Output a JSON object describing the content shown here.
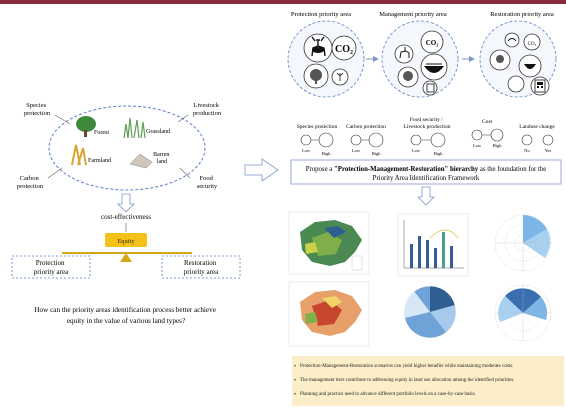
{
  "left": {
    "nodes": {
      "species": "Species\nprotection",
      "livestock": "Livestock\nproduction",
      "carbon": "Carbon\nprotection",
      "food": "Food\nsecurity"
    },
    "land": {
      "forest": "Forest",
      "grassland": "Grassland",
      "farmland": "Farmland",
      "barren": "Barren\nland"
    },
    "cost_label": "cost-effectiveness",
    "equity_label": "Equity",
    "protection_box": "Protection\npriority area",
    "restoration_box": "Restoration\npriority area",
    "question": "How can the priority areas identification process better achieve\nequity in the value of various land types?"
  },
  "right": {
    "headers": {
      "protection": "Protection priority area",
      "management": "Management priority area",
      "restoration": "Restoration priority area"
    },
    "legend": {
      "species": "Species protection",
      "carbon": "Carbon protection",
      "food": "Food security /\nLivestock production",
      "cost": "Cost",
      "landuse": "Landuse change",
      "low": "Low",
      "high": "High",
      "no": "No",
      "yes": "Yes"
    },
    "proposal": {
      "prefix": "Propose a ",
      "bold": "\"Protection-Management-Restoration\" hierarchy",
      "suffix": " as the foundation for the",
      "line2": "Priority Area Identification Framework"
    },
    "bullets": [
      "Protection-Management-Restoration scenarios can yield higher benefits while maintaining moderate costs.",
      "The management tiers contribute to addressing equity in land use allocation among the identified priorities.",
      "Planning and practice need to advance different portfolio levels on a case-by-case basis."
    ]
  },
  "colors": {
    "accent_bar": "#8a2a3c",
    "dashed_blue": "#5b7fc7",
    "equity_yellow": "#f3c21a",
    "bullet_bg": "#fbeec8"
  }
}
